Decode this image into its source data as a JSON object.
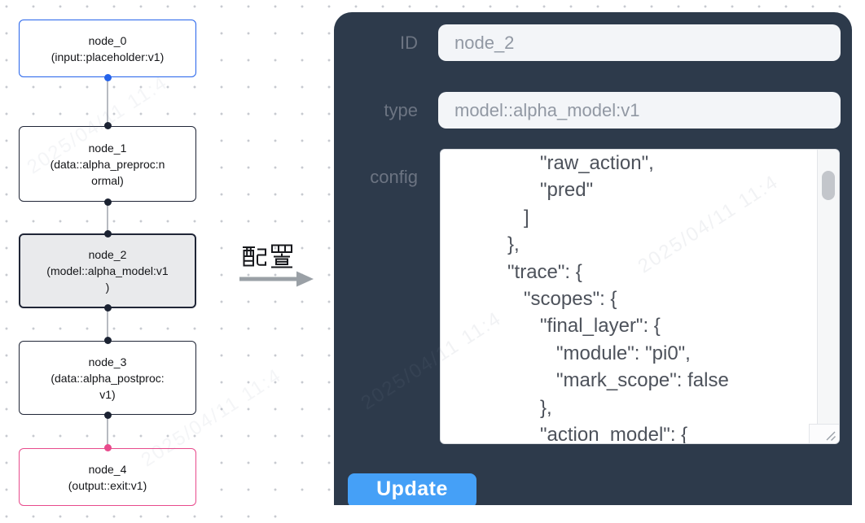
{
  "watermark": {
    "text": "2025/04/11 11:4"
  },
  "flow": {
    "nodes": [
      {
        "id": "node_0",
        "lines": [
          "node_0",
          "(input::placeholder:v1)"
        ]
      },
      {
        "id": "node_1",
        "lines": [
          "node_1",
          "(data::alpha_preproc:n",
          "ormal)"
        ]
      },
      {
        "id": "node_2",
        "lines": [
          "node_2",
          "(model::alpha_model:v1",
          ")"
        ],
        "selected": true
      },
      {
        "id": "node_3",
        "lines": [
          "node_3",
          "(data::alpha_postproc:",
          "v1)"
        ]
      },
      {
        "id": "node_4",
        "lines": [
          "node_4",
          "(output::exit:v1)"
        ]
      }
    ]
  },
  "annotation": {
    "label": "配置"
  },
  "panel": {
    "fields": [
      {
        "label": "ID",
        "value": "node_2"
      },
      {
        "label": "type",
        "value": "model::alpha_model:v1"
      }
    ],
    "config_label": "config",
    "config_lines": [
      "               \"raw_action\",",
      "               \"pred\"",
      "            ]",
      "         },",
      "         \"trace\": {",
      "            \"scopes\": {",
      "               \"final_layer\": {",
      "                  \"module\": \"pi0\",",
      "                  \"mark_scope\": false",
      "               },",
      "               \"action_model\": {"
    ],
    "update_label": "Update"
  },
  "colors": {
    "panel_bg": "#2d3a4b",
    "button_blue": "#45a0f7",
    "node_input_border": "#2563eb",
    "node_output_border": "#e84a8c",
    "node_default_border": "#202637",
    "selected_node_bg": "#e9eaec",
    "edge_gray": "#b7bac1",
    "field_bg": "#f3f5f8",
    "field_text": "#9198a3",
    "label_text": "#6c7482",
    "code_text": "#4d525b"
  }
}
